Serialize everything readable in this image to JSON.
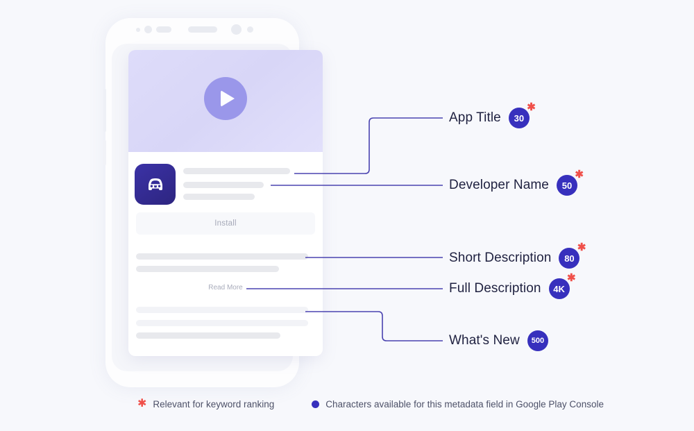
{
  "phone": {
    "app_card": {
      "hero": {
        "play_icon": "play-button-icon"
      },
      "app_icon": "car-icon",
      "install_label": "Install",
      "read_more_label": "Read More"
    }
  },
  "annotations": [
    {
      "label": "App Title",
      "badge": "30",
      "starred": true
    },
    {
      "label": "Developer Name",
      "badge": "50",
      "starred": true
    },
    {
      "label": "Short Description",
      "badge": "80",
      "starred": true
    },
    {
      "label": "Full Description",
      "badge": "4K",
      "starred": true
    },
    {
      "label": "What's New",
      "badge": "500",
      "starred": false
    }
  ],
  "legend": {
    "star_symbol": "✱",
    "star_text": "Relevant for keyword ranking",
    "dot_text": "Characters available for this metadata field in Google Play Console"
  },
  "colors": {
    "background": "#f7f8fc",
    "badge": "#3730bd",
    "star": "#f0504a",
    "connector": "#4a43b0",
    "hero": "#dcdafa",
    "app_icon": "#342c98",
    "label_text": "#1f2140"
  }
}
